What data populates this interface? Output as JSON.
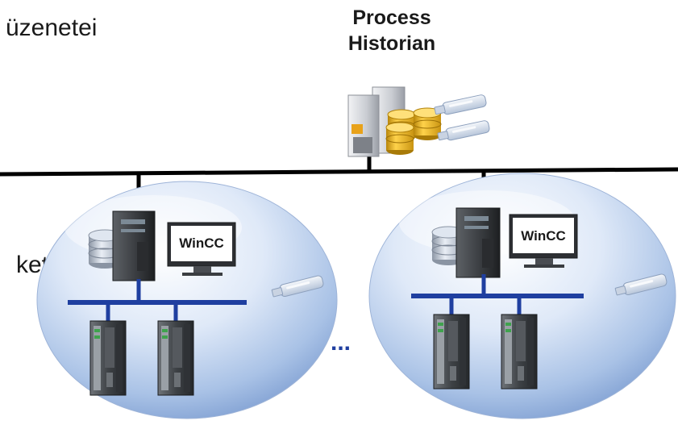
{
  "labels": {
    "partial_text_top": "üzenetei",
    "partial_text_mid": "ket",
    "historian_title_line1": "Process",
    "historian_title_line2": "Historian",
    "ellipsis": "..."
  },
  "stations": [
    {
      "monitor_label": "WinCC"
    },
    {
      "monitor_label": "WinCC"
    }
  ],
  "colors": {
    "network_line": "#000000",
    "plant_bus": "#1f3fa0",
    "bubble": "#c8d9f2",
    "db_gold": "#e8b51c",
    "monitor_screen": "#ffffff"
  }
}
